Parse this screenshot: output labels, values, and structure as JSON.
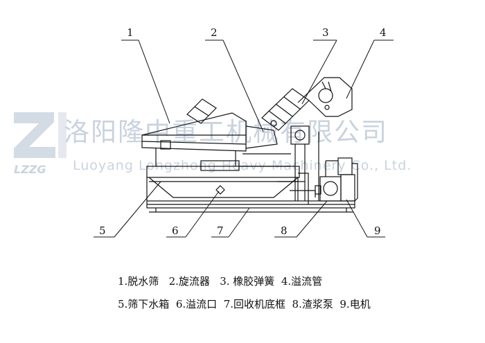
{
  "watermark": {
    "company_cn": "洛阳隆中重工机械有限公司",
    "company_en": "Luoyang Longzhong Heavy Machinery Co., Ltd.",
    "logo_text": "LZZG"
  },
  "callouts": [
    "1",
    "2",
    "3",
    "4",
    "5",
    "6",
    "7",
    "8",
    "9"
  ],
  "legend": {
    "row1": "1.脱水筛   2.旋流器   3. 橡胶弹簧  4.溢流管",
    "row2": "5.筛下水箱  6.溢流口  7.回收机底框  8.渣浆泵  9.电机"
  },
  "colors": {
    "line": "#111111",
    "watermark": "#c9d3de"
  }
}
